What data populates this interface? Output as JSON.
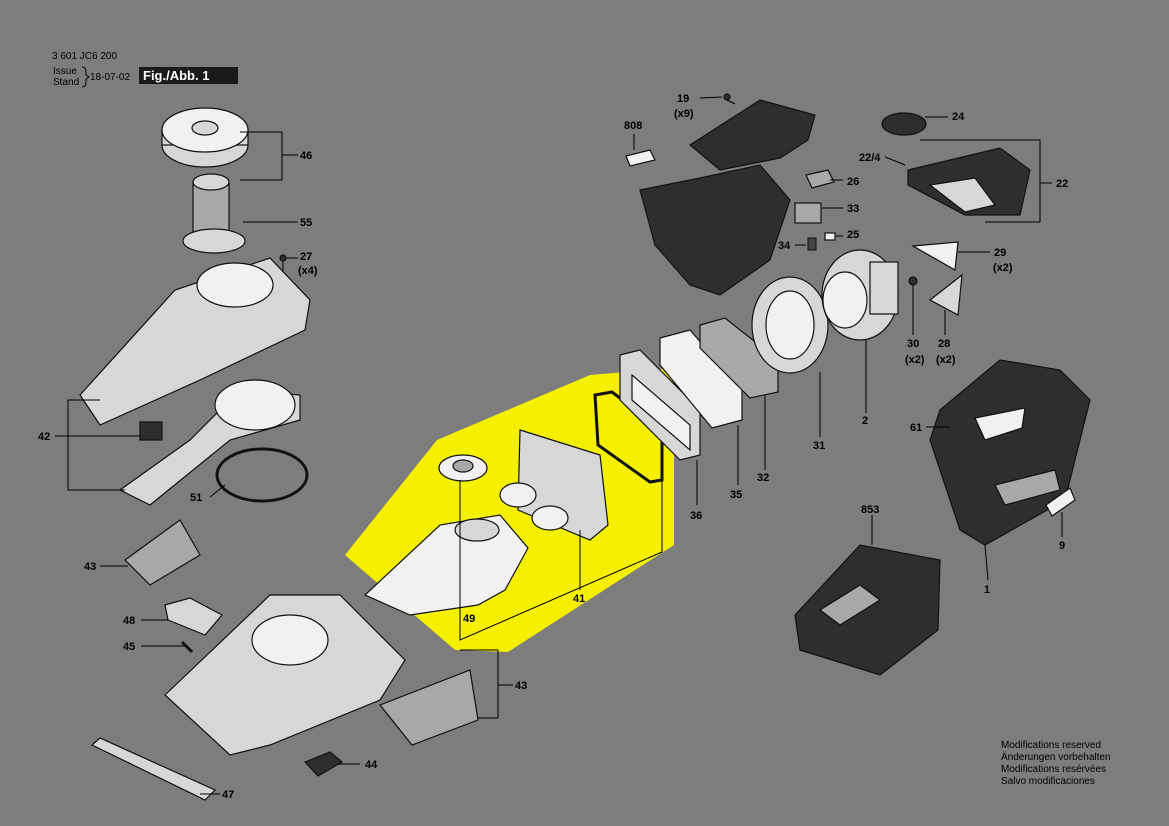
{
  "header": {
    "part_number": "3 601 JC6 200",
    "issue_label": "Issue",
    "stand_label": "Stand",
    "issue_date": "18-07-02",
    "figure_label": "Fig./Abb. 1"
  },
  "notes": [
    "Modifications reserved",
    "Änderungen vorbehalten",
    "Modifications resérvées",
    "Salvo modificaciones"
  ],
  "colors": {
    "background": "#7d7d7d",
    "highlight": "#f4f000",
    "figure_box": "#1a1a1a"
  },
  "parts": {
    "p46": "46",
    "p55": "55",
    "p27": "27",
    "p27q": "(x4)",
    "p42": "42",
    "p51": "51",
    "p43a": "43",
    "p48": "48",
    "p45": "45",
    "p43b": "43",
    "p44": "44",
    "p47": "47",
    "p49": "49",
    "p41": "41",
    "p36": "36",
    "p35": "35",
    "p32": "32",
    "p31": "31",
    "p2": "2",
    "p808": "808",
    "p19": "19",
    "p19q": "(x9)",
    "p26": "26",
    "p33": "33",
    "p34": "34",
    "p25": "25",
    "p24": "24",
    "p224": "22/4",
    "p22": "22",
    "p29": "29",
    "p29q": "(x2)",
    "p30": "30",
    "p30q": "(x2)",
    "p28": "28",
    "p28q": "(x2)",
    "p61": "61",
    "p9": "9",
    "p1": "1",
    "p853": "853"
  }
}
